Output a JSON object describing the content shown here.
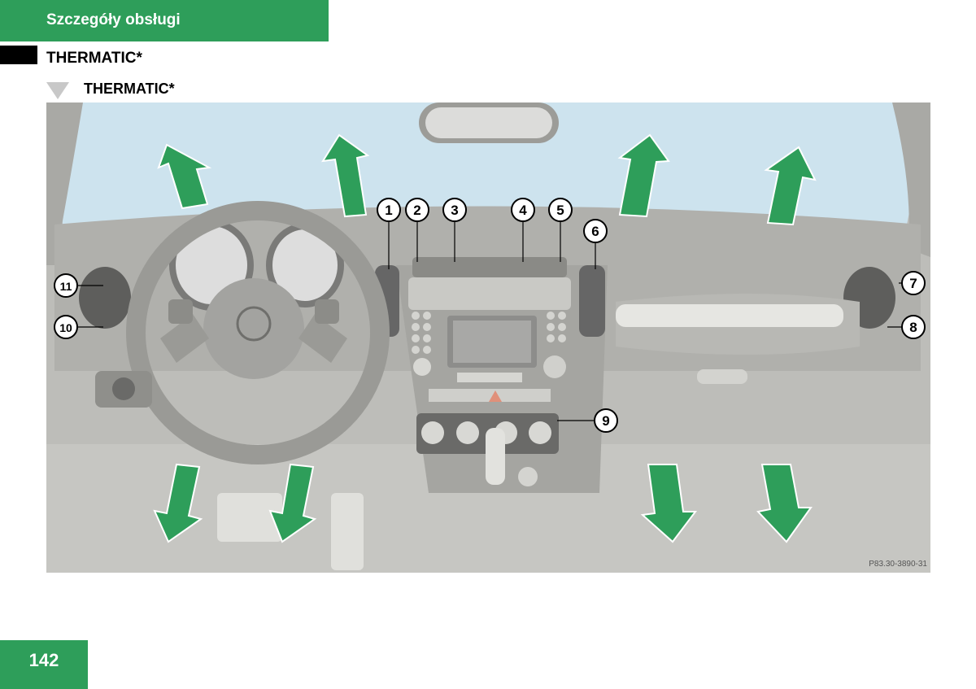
{
  "header": {
    "tab_label": "Szczegóły obsługi"
  },
  "section": {
    "title": "THERMATIC*"
  },
  "subsection": {
    "title": "THERMATIC*"
  },
  "figure": {
    "code": "P83.30-3890-31",
    "callouts": [
      "1",
      "2",
      "3",
      "4",
      "5",
      "6",
      "7",
      "8",
      "9",
      "10",
      "11"
    ]
  },
  "footer": {
    "page_number": "142"
  },
  "colors": {
    "accent": "#2e9e5a",
    "arrow": "#2e9e5a",
    "dashboard": "#b4b4b0",
    "sky": "#cde3ee"
  }
}
